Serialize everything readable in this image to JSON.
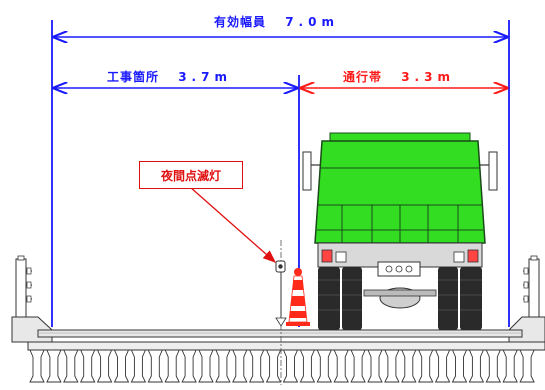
{
  "dimensions": {
    "total_width": {
      "label": "有効幅員",
      "value": "7.0m",
      "color": "#1a1aff"
    },
    "work_area": {
      "label": "工事箇所",
      "value": "3.7m",
      "color": "#1a1aff"
    },
    "traffic_lane": {
      "label": "通行帯",
      "value": "3.3m",
      "color": "#ff1a1a"
    }
  },
  "callout": {
    "label": "夜間点滅灯",
    "color": "#e01010"
  },
  "colors": {
    "truck_body": "#33dd22",
    "truck_outline": "#1a4a1a",
    "cone": "#ff2a1a",
    "road": "#e8e8e8"
  }
}
